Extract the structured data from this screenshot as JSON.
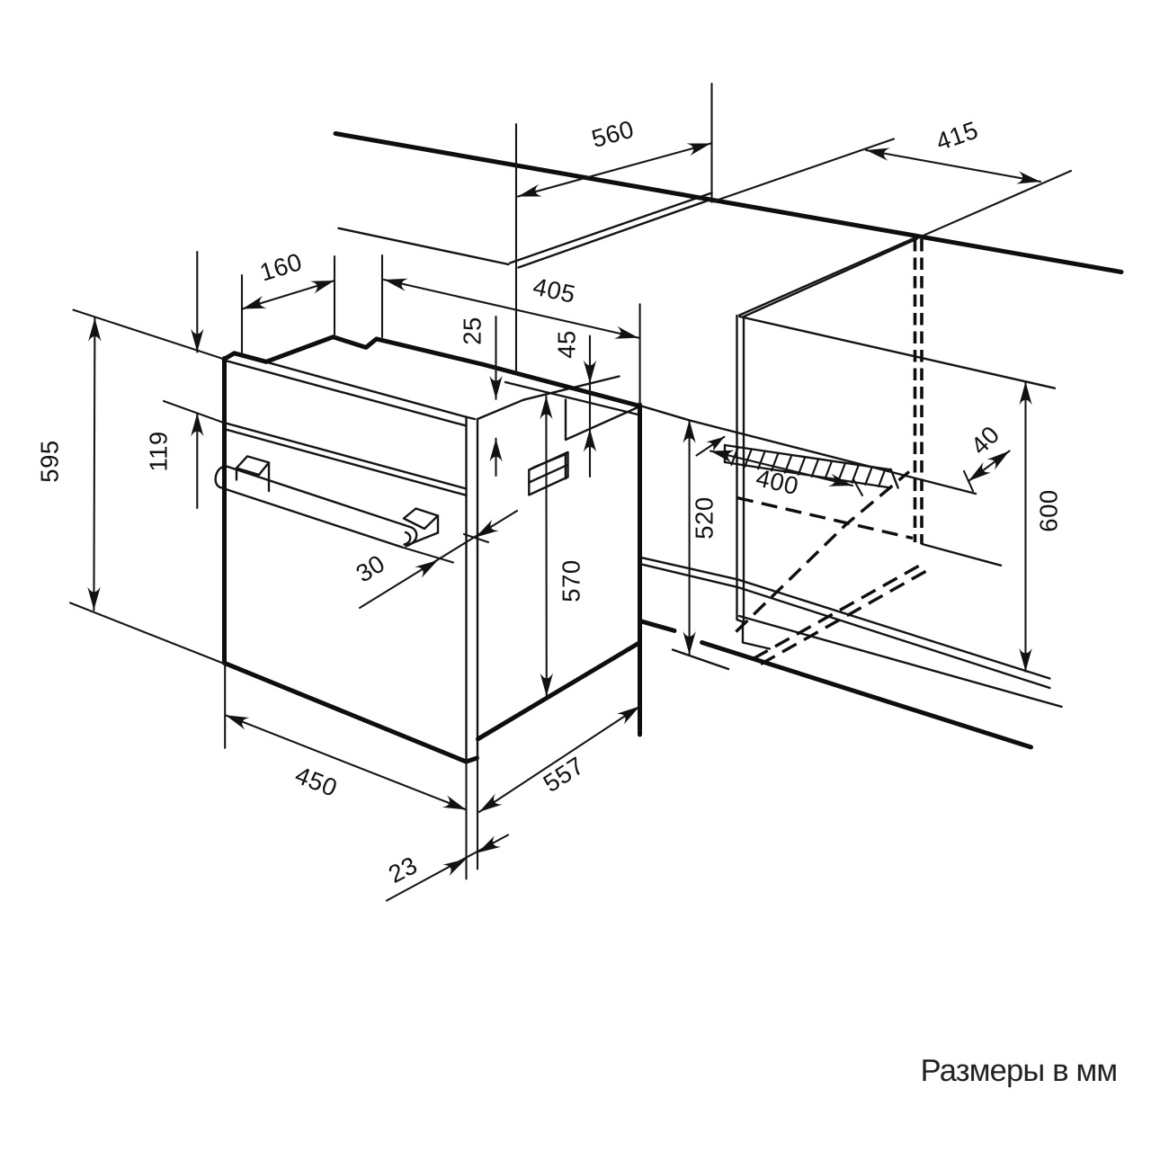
{
  "units_note": "Размеры в мм",
  "dimensions_mm": {
    "oven": {
      "height": "595",
      "control_panel_height": "119",
      "top_front_depth": "160",
      "top_recess_drop": "25",
      "side_step": "45",
      "handle_offset": "30",
      "body_height": "570",
      "width": "450",
      "depth": "557",
      "front_frame_offset": "23"
    },
    "niche": {
      "width": "560",
      "countertop_side": "415",
      "top_rear_width": "405",
      "inner_depth": "520",
      "shelf_inset": "400",
      "shelf_gap": "40",
      "height": "600"
    }
  },
  "annotations": {
    "d595": {
      "text": "595"
    },
    "d119": {
      "text": "119"
    },
    "d160": {
      "text": "160"
    },
    "d405": {
      "text": "405"
    },
    "d560": {
      "text": "560"
    },
    "d415": {
      "text": "415"
    },
    "d25": {
      "text": "25"
    },
    "d45": {
      "text": "45"
    },
    "d30": {
      "text": "30"
    },
    "d570": {
      "text": "570"
    },
    "d520": {
      "text": "520"
    },
    "d400": {
      "text": "400"
    },
    "d40": {
      "text": "40"
    },
    "d600": {
      "text": "600"
    },
    "d450": {
      "text": "450"
    },
    "d557": {
      "text": "557"
    },
    "d23": {
      "text": "23"
    }
  }
}
